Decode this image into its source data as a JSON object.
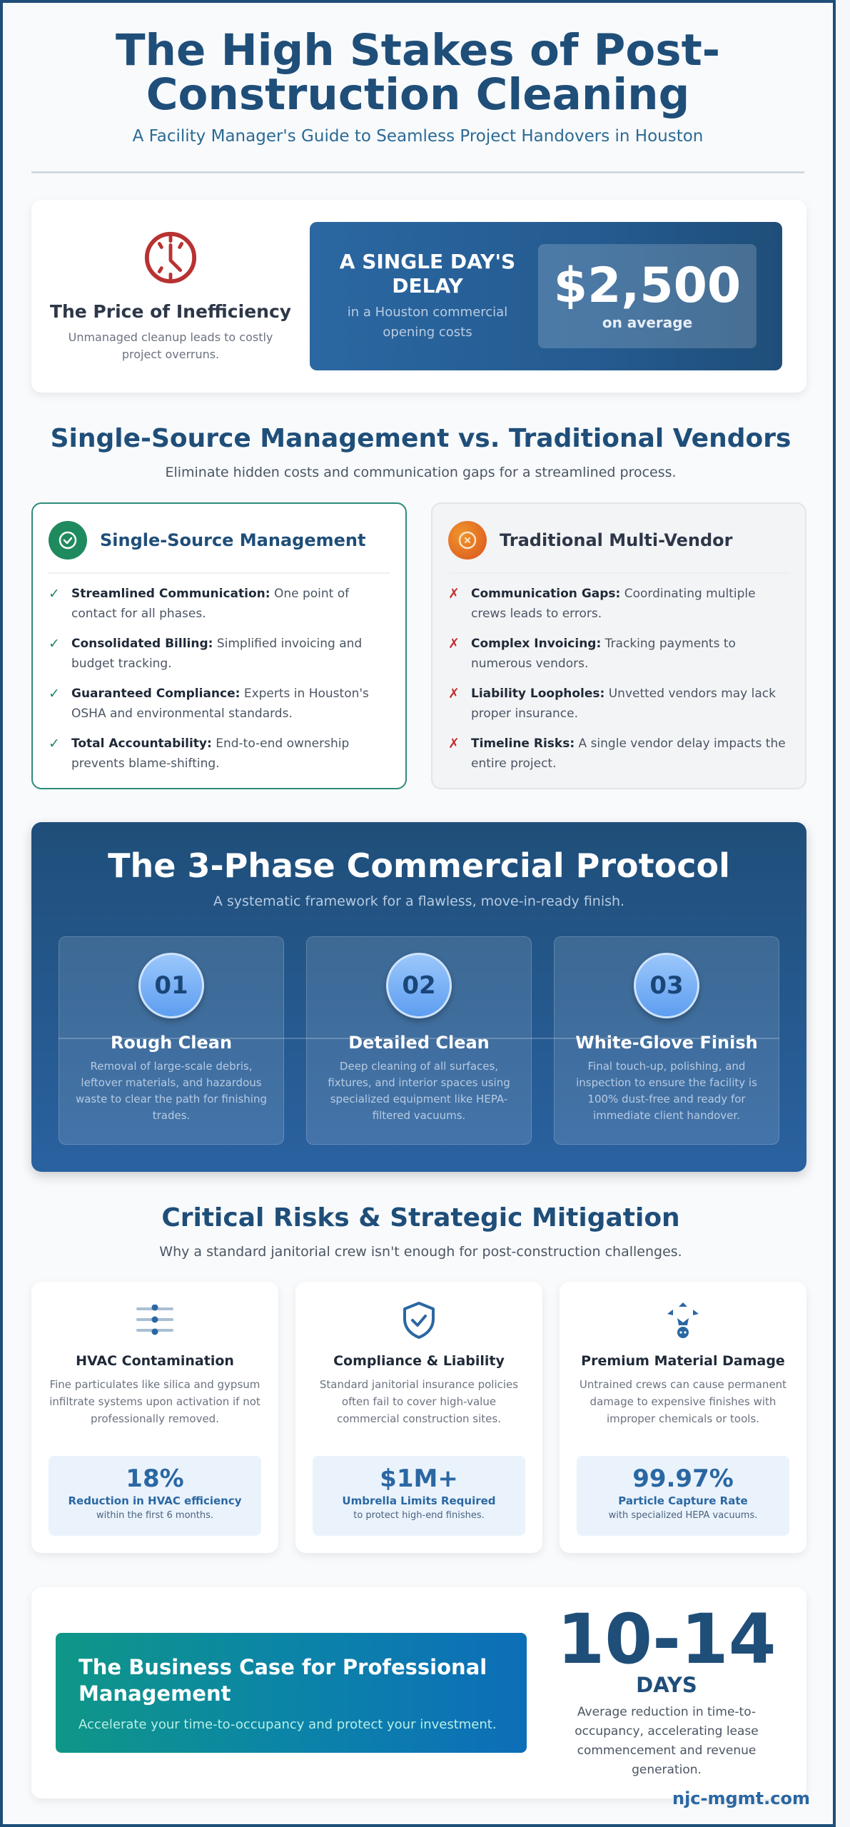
{
  "header": {
    "title": "The High Stakes of Post-Construction Cleaning",
    "subtitle": "A Facility Manager's Guide to Seamless Project Handovers in Houston"
  },
  "price": {
    "icon": "clock-icon",
    "title": "The Price of Inefficiency",
    "description": "Unmanaged cleanup leads to costly project overruns.",
    "delay_heading": "A SINGLE DAY'S DELAY",
    "delay_sub": "in a Houston commercial opening costs",
    "amount": "$2,500",
    "amount_sub": "on average"
  },
  "comparison": {
    "title": "Single-Source Management vs. Traditional Vendors",
    "subtitle": "Eliminate hidden costs and communication gaps for a streamlined process.",
    "single": {
      "title": "Single-Source Management",
      "icon": "check-circle-icon",
      "mark": "✓",
      "items": [
        {
          "label": "Streamlined Communication:",
          "text": " One point of contact for all phases."
        },
        {
          "label": "Consolidated Billing:",
          "text": " Simplified invoicing and budget tracking."
        },
        {
          "label": "Guaranteed Compliance:",
          "text": " Experts in Houston's OSHA and environmental standards."
        },
        {
          "label": "Total Accountability:",
          "text": " End-to-end ownership prevents blame-shifting."
        }
      ]
    },
    "traditional": {
      "title": "Traditional Multi-Vendor",
      "icon": "x-circle-icon",
      "mark": "✗",
      "items": [
        {
          "label": "Communication Gaps:",
          "text": " Coordinating multiple crews leads to errors."
        },
        {
          "label": "Complex Invoicing:",
          "text": " Tracking payments to numerous vendors."
        },
        {
          "label": "Liability Loopholes:",
          "text": " Unvetted vendors may lack proper insurance."
        },
        {
          "label": "Timeline Risks:",
          "text": " A single vendor delay impacts the entire project."
        }
      ]
    }
  },
  "protocol": {
    "title": "The 3-Phase Commercial Protocol",
    "subtitle": "A systematic framework for a flawless, move-in-ready finish.",
    "phases": [
      {
        "number": "01",
        "title": "Rough Clean",
        "description": "Removal of large-scale debris, leftover materials, and hazardous waste to clear the path for finishing trades."
      },
      {
        "number": "02",
        "title": "Detailed Clean",
        "description": "Deep cleaning of all surfaces, fixtures, and interior spaces using specialized equipment like HEPA-filtered vacuums."
      },
      {
        "number": "03",
        "title": "White-Glove Finish",
        "description": "Final touch-up, polishing, and inspection to ensure the facility is 100% dust-free and ready for immediate client handover."
      }
    ]
  },
  "risks": {
    "title": "Critical Risks & Strategic Mitigation",
    "subtitle": "Why a standard janitorial crew isn't enough for post-construction challenges.",
    "cards": [
      {
        "icon": "sliders-icon",
        "title": "HVAC Contamination",
        "description": "Fine particulates like silica and gypsum infiltrate systems upon activation if not professionally removed.",
        "stat": "18%",
        "stat_label": "Reduction in HVAC efficiency",
        "stat_note": "within the first 6 months."
      },
      {
        "icon": "shield-check-icon",
        "title": "Compliance & Liability",
        "description": "Standard janitorial insurance policies often fail to cover high-value commercial construction sites.",
        "stat": "$1M+",
        "stat_label": "Umbrella Limits Required",
        "stat_note": "to protect high-end finishes."
      },
      {
        "icon": "material-damage-icon",
        "title": "Premium Material Damage",
        "description": "Untrained crews can cause permanent damage to expensive finishes with improper chemicals or tools.",
        "stat": "99.97%",
        "stat_label": "Particle Capture Rate",
        "stat_note": "with specialized HEPA vacuums."
      }
    ]
  },
  "business": {
    "title": "The Business Case for Professional Management",
    "subtitle": "Accelerate your time-to-occupancy and protect your investment.",
    "days_value": "10-14",
    "days_unit": "DAYS",
    "days_description": "Average reduction in time-to-occupancy, accelerating lease commencement and revenue generation."
  },
  "footer": {
    "url": "njc-mgmt.com"
  },
  "colors": {
    "primary": "#1f4e79",
    "accent_blue": "#2b67a2",
    "success": "#1f8a5e",
    "danger": "#c53030",
    "clock_red": "#b83232",
    "teal": "#0f9787"
  }
}
